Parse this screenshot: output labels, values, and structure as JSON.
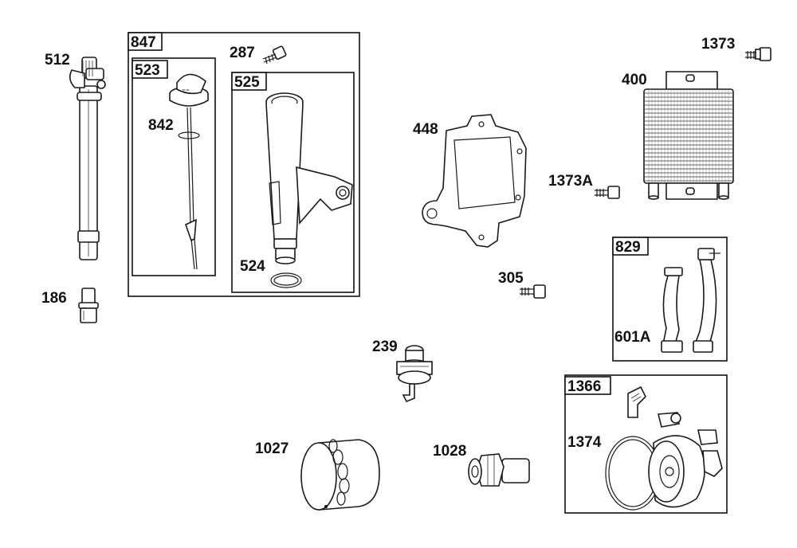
{
  "diagram": {
    "part_labels": {
      "p512": "512",
      "p186": "186",
      "p847": "847",
      "p523": "523",
      "p842": "842",
      "p287": "287",
      "p525": "525",
      "p524": "524",
      "p448": "448",
      "p1373": "1373",
      "p400": "400",
      "p1373A": "1373A",
      "p829": "829",
      "p601A": "601A",
      "p305": "305",
      "p239": "239",
      "p1027": "1027",
      "p1028": "1028",
      "p1366": "1366",
      "p1374": "1374"
    }
  }
}
